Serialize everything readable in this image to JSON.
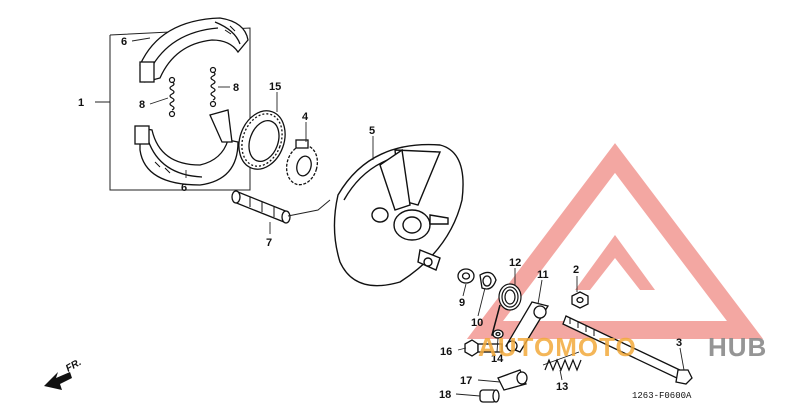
{
  "diagram": {
    "drawing_code": "1263-F0600A",
    "front_label": "FR.",
    "parts": [
      {
        "id": "p1",
        "label": "1"
      },
      {
        "id": "p6a",
        "label": "6"
      },
      {
        "id": "p6b",
        "label": "6"
      },
      {
        "id": "p8a",
        "label": "8"
      },
      {
        "id": "p8b",
        "label": "8"
      },
      {
        "id": "p15",
        "label": "15"
      },
      {
        "id": "p4",
        "label": "4"
      },
      {
        "id": "p5",
        "label": "5"
      },
      {
        "id": "p7",
        "label": "7"
      },
      {
        "id": "p12",
        "label": "12"
      },
      {
        "id": "p2",
        "label": "2"
      },
      {
        "id": "p11",
        "label": "11"
      },
      {
        "id": "p9",
        "label": "9"
      },
      {
        "id": "p10",
        "label": "10"
      },
      {
        "id": "p16",
        "label": "16"
      },
      {
        "id": "p14",
        "label": "14"
      },
      {
        "id": "p3",
        "label": "3"
      },
      {
        "id": "p13",
        "label": "13"
      },
      {
        "id": "p17",
        "label": "17"
      },
      {
        "id": "p18",
        "label": "18"
      }
    ]
  },
  "watermark": {
    "text_left": "AUTOMOTO",
    "text_right": "HUB",
    "color_red": "#e8554e",
    "color_yellow": "#f2a93b",
    "color_gray": "#8a8a8a"
  }
}
